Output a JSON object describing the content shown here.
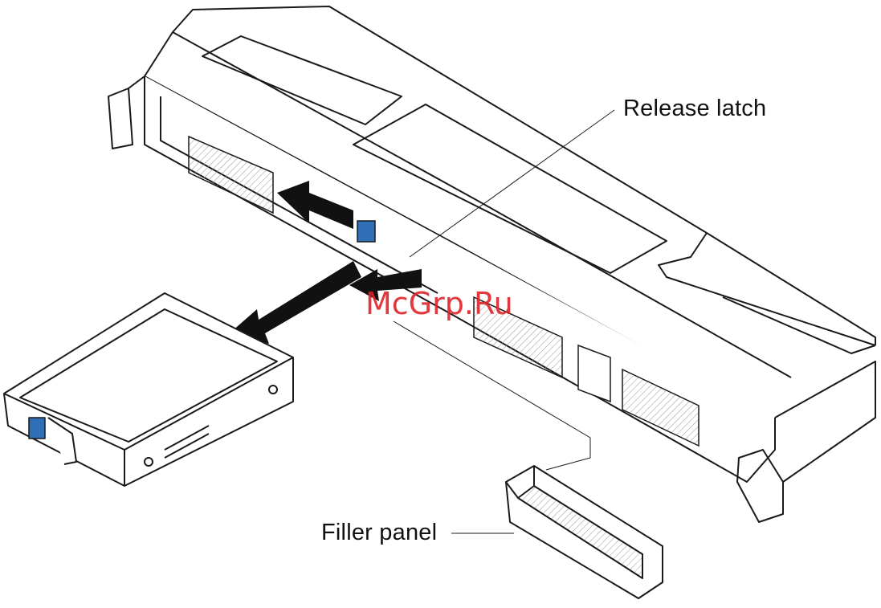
{
  "labels": {
    "release_latch": "Release  latch",
    "filler_panel": "Filler panel"
  },
  "watermark": "McGrp.Ru",
  "colors": {
    "line": "#1a1a1a",
    "hatch": "#9a9a9a",
    "latch_blue": "#2f6fb5",
    "arrow": "#111111",
    "watermark": "#e0222a"
  }
}
